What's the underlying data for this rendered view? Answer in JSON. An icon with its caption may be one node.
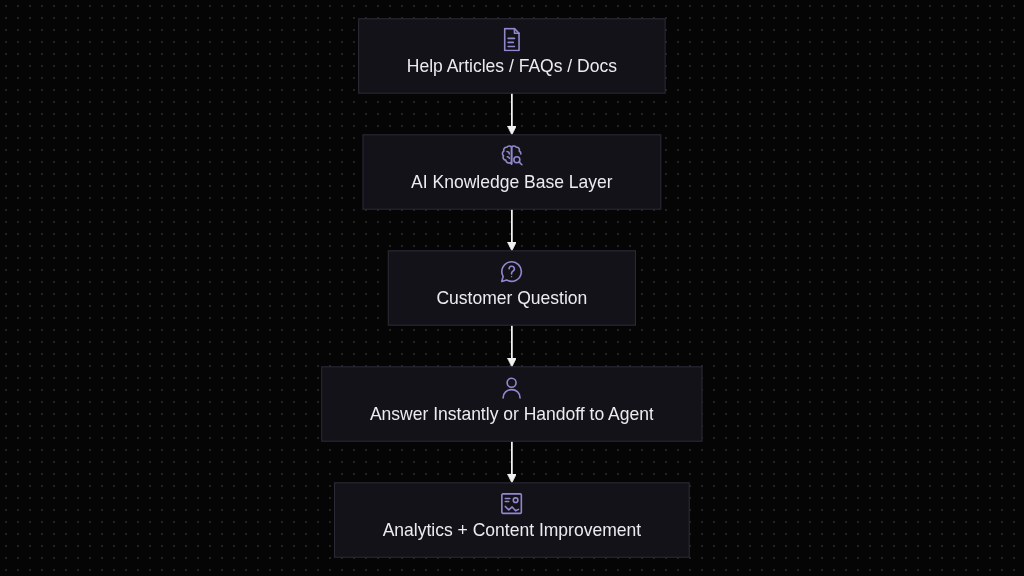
{
  "diagram": {
    "nodes": [
      {
        "text": [
          "Help Articles / FAQs / Docs"
        ]
      },
      {
        "text": [
          "AI Knowledge Base Layer"
        ]
      },
      {
        "text": [
          "Answer Instantly or Handoff to Agent"
        ]
      },
      {
        "text": [
          "Customer Question"
        ]
      },
      {
        "text": [
          "Analytics + Content Improvement"
        ]
      }
    ],
    "edges": [
      {
        "from": 0,
        "to": 1,
        "arrow": "to"
      },
      {
        "from": 1,
        "to": 3,
        "arrow": "to"
      },
      {
        "from": 3,
        "to": 2,
        "arrow": "to"
      },
      {
        "from": 2,
        "to": 4,
        "arrow": "to"
      }
    ]
  }
}
